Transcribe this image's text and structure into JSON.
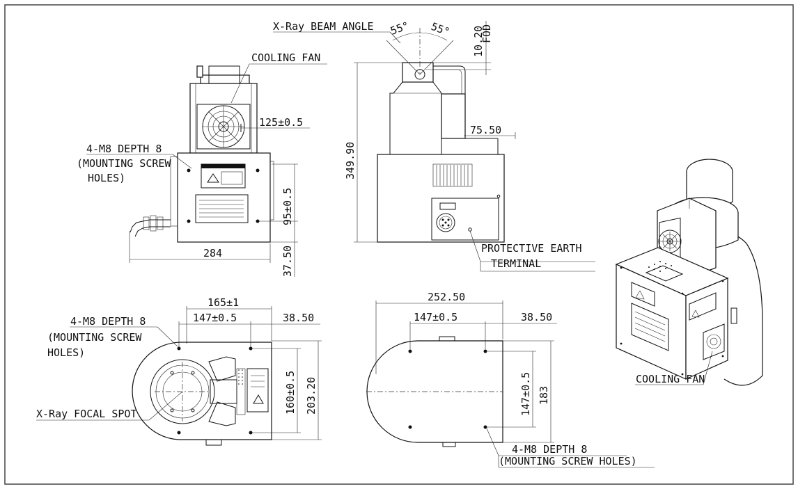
{
  "labels": {
    "cooling_fan_top": "COOLING FAN",
    "mounting_top_line1": "4-M8 DEPTH 8",
    "mounting_top_line2": "(MOUNTING SCREW",
    "mounting_top_line3": "HOLES)",
    "beam_angle": "X-Ray BEAM ANGLE",
    "angle_left": "55°",
    "angle_right": "55°",
    "protective_earth_line1": "PROTECTIVE EARTH",
    "protective_earth_line2": "TERMINAL",
    "mounting_bl_line1": "4-M8 DEPTH 8",
    "mounting_bl_line2": "(MOUNTING SCREW",
    "mounting_bl_line3": "HOLES)",
    "focal_spot": "X-Ray FOCAL SPOT",
    "mounting_br_line1": "4-M8 DEPTH 8",
    "mounting_br_line2": "(MOUNTING SCREW HOLES)",
    "cooling_fan_iso": "COOLING FAN"
  },
  "dimensions": {
    "d_125": "125±0.5",
    "d_95": "95±0.5",
    "d_284": "284",
    "d_37": "37.50",
    "d_10": "10.20",
    "fod": "FOD",
    "d_349": "349.90",
    "d_75": "75.50",
    "d_165": "165±1",
    "d_147a": "147±0.5",
    "d_38a": "38.50",
    "d_160": "160±0.5",
    "d_203": "203.20",
    "d_252": "252.50",
    "d_147b": "147±0.5",
    "d_38b": "38.50",
    "d_147c": "147±0.5",
    "d_183": "183"
  }
}
